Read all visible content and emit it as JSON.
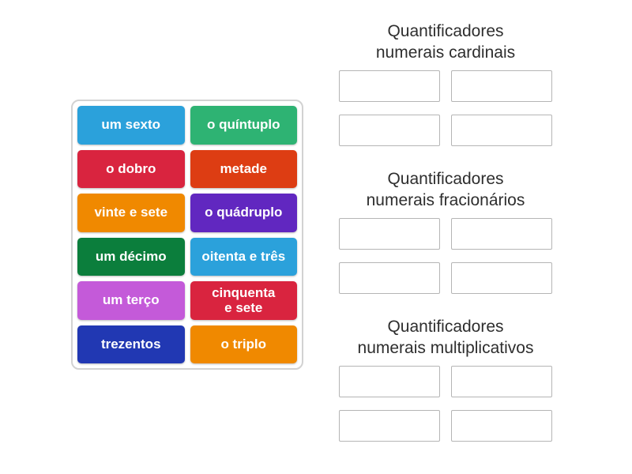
{
  "word_bank": {
    "tiles": [
      {
        "label": "um sexto",
        "color": "#2ba1db"
      },
      {
        "label": "o quíntuplo",
        "color": "#2eb373"
      },
      {
        "label": "o dobro",
        "color": "#d9243f"
      },
      {
        "label": "metade",
        "color": "#dd3d13"
      },
      {
        "label": "vinte e sete",
        "color": "#f08900"
      },
      {
        "label": "o quádruplo",
        "color": "#6127c0"
      },
      {
        "label": "um décimo",
        "color": "#0b7e3c"
      },
      {
        "label": "oitenta e três",
        "color": "#2ba1db"
      },
      {
        "label": "um terço",
        "color": "#c45ad9"
      },
      {
        "label": "cinquenta\ne sete",
        "color": "#d9243f"
      },
      {
        "label": "trezentos",
        "color": "#2138b3"
      },
      {
        "label": "o triplo",
        "color": "#f08900"
      }
    ]
  },
  "groups": [
    {
      "title_lines": [
        "Quantificadores",
        "numerais cardinais"
      ],
      "slot_count": 4
    },
    {
      "title_lines": [
        "Quantificadores",
        "numerais fracionários"
      ],
      "slot_count": 4
    },
    {
      "title_lines": [
        "Quantificadores",
        "numerais multiplicativos"
      ],
      "slot_count": 4
    }
  ],
  "colors": {
    "panel_border": "#d2d2d2",
    "slot_border": "#b5b5b5",
    "title_text": "#2e2e2e",
    "tile_text": "#ffffff"
  }
}
